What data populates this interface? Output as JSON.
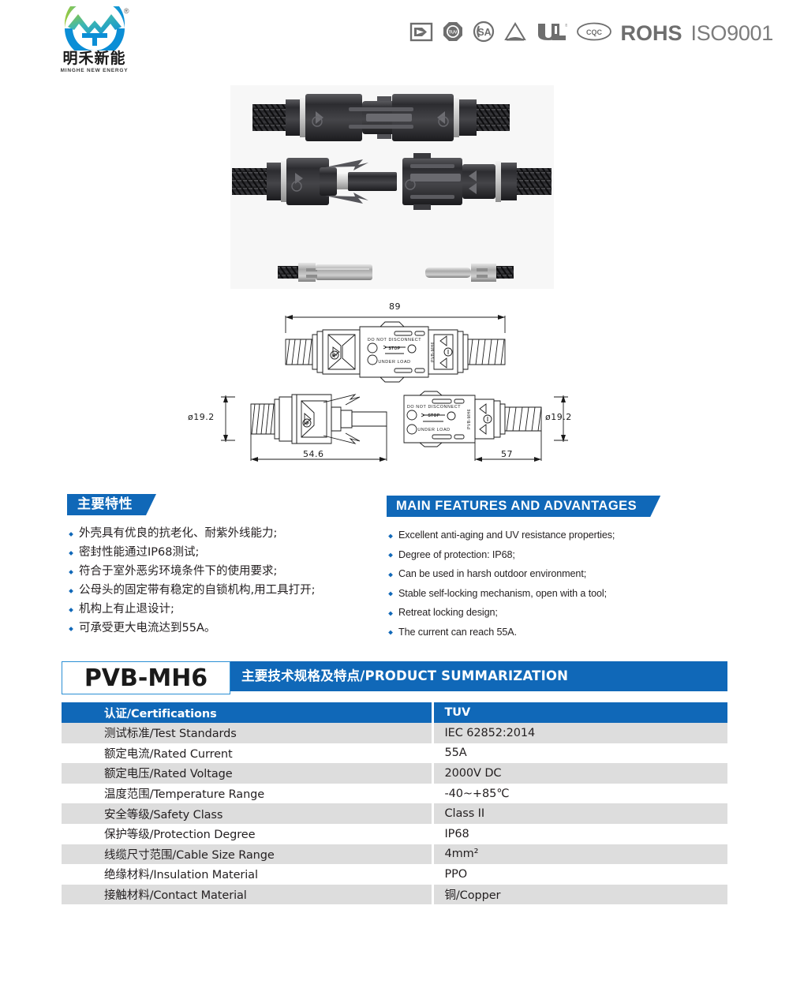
{
  "header": {
    "logo": {
      "cn_name": "明禾新能",
      "en_name": "MINGHE NEW ENERGY",
      "registered_mark": "®"
    },
    "certifications": [
      {
        "name": "tuv-sud-icon",
        "label": "TUV SUD"
      },
      {
        "name": "tuv-rheinland-icon",
        "label": "TUV"
      },
      {
        "name": "csa-icon",
        "label": "CSA"
      },
      {
        "name": "delta-icon",
        "label": "Delta"
      },
      {
        "name": "ul-icon",
        "label": "UL"
      },
      {
        "name": "cqc-icon",
        "label": "CQC"
      }
    ],
    "rohs_text": "ROHS",
    "iso_text": "ISO9001"
  },
  "drawing": {
    "length_total": "89",
    "diameter_left": "ø19.2",
    "diameter_right": "ø19.2",
    "length_male": "54.6",
    "length_female": "57",
    "body_markings": {
      "line1": "DO NOT DISCONNECT",
      "line2": "STOP",
      "line3": "UNDER LOAD",
      "model": "PVB-MH6"
    }
  },
  "features": {
    "cn_heading": "主要特性",
    "en_heading": "MAIN FEATURES AND ADVANTAGES",
    "cn_items": [
      "外壳具有优良的抗老化、耐紫外线能力;",
      "密封性能通过IP68测试;",
      "符合于室外恶劣环境条件下的使用要求;",
      "公母头的固定带有稳定的自锁机构,用工具打开;",
      "机构上有止退设计;",
      "可承受更大电流达到55A。"
    ],
    "en_items": [
      "Excellent anti-aging and UV resistance properties;",
      "Degree of protection: IP68;",
      "Can be used in harsh outdoor environment;",
      "Stable self-locking mechanism, open with a tool;",
      "Retreat locking design;",
      "The current can reach 55A."
    ]
  },
  "product": {
    "model_code": "PVB-MH6",
    "section_title": "主要技术规格及特点/PRODUCT SUMMARIZATION"
  },
  "spec_table": {
    "rows": [
      {
        "key": "认证/Certifications",
        "value": "TUV",
        "header": true
      },
      {
        "key": "测试标准/Test Standards",
        "value": "IEC 62852:2014"
      },
      {
        "key": "额定电流/Rated Current",
        "value": "55A"
      },
      {
        "key": "额定电压/Rated Voltage",
        "value": "2000V DC"
      },
      {
        "key": "温度范围/Temperature Range",
        "value": "-40~+85℃"
      },
      {
        "key": "安全等级/Safety Class",
        "value": "Class II"
      },
      {
        "key": "保护等级/Protection Degree",
        "value": "IP68"
      },
      {
        "key": "线缆尺寸范围/Cable Size Range",
        "value": "4mm²"
      },
      {
        "key": "绝缘材料/Insulation Material",
        "value": "PPO"
      },
      {
        "key": "接触材料/Contact Material",
        "value": "铜/Copper"
      }
    ]
  },
  "colors": {
    "brand_blue": "#1068b8",
    "title_border_blue": "#2b8fd4",
    "row_gray": "#dddddd",
    "photo_bg": "#f7f7f7"
  }
}
